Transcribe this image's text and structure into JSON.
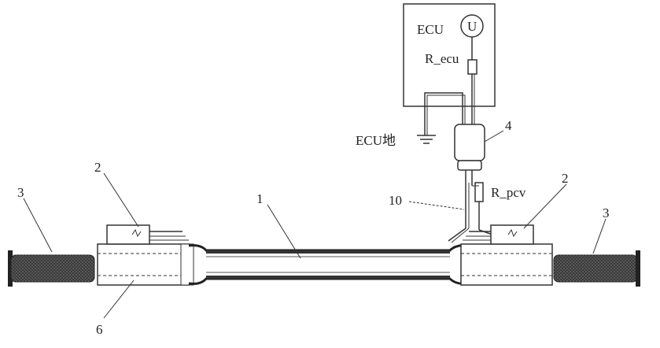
{
  "ecu": {
    "title": "ECU",
    "voltage_symbol": "U",
    "resistor_label": "R_ecu",
    "ground_label": "ECU地"
  },
  "pcv_resistor_label": "R_pcv",
  "callouts": {
    "tube": "1",
    "sensor_left": "2",
    "sensor_right": "2",
    "grip_left": "3",
    "grip_right": "3",
    "connector": "4",
    "sleeve": "6",
    "wire": "10"
  }
}
